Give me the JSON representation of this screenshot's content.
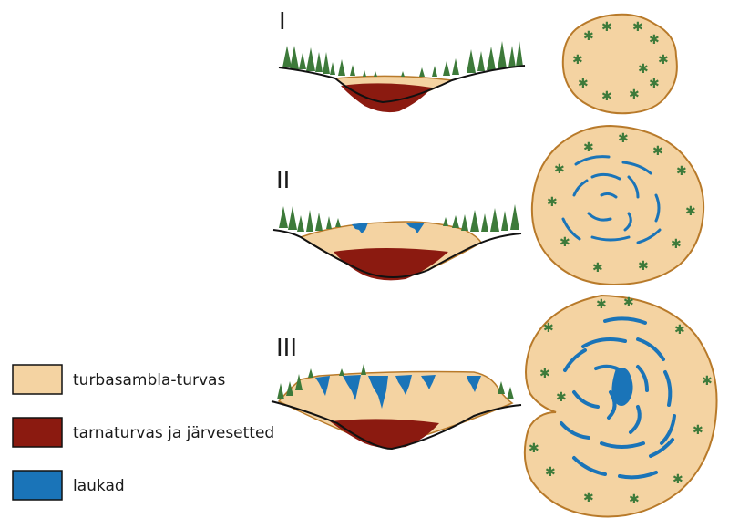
{
  "stages": [
    {
      "label": "I"
    },
    {
      "label": "II"
    },
    {
      "label": "III"
    }
  ],
  "legend": [
    {
      "label": "turbasambla-turvas",
      "color": "#f4d3a2"
    },
    {
      "label": "tarnaturvas ja järvesetted",
      "color": "#8b1a10"
    },
    {
      "label": "laukad",
      "color": "#1a74b8"
    }
  ],
  "colors": {
    "peat": "#f4d3a2",
    "peat_outline": "#b87a2a",
    "sediment": "#8b1a10",
    "pools": "#1a74b8",
    "trees": "#3d7a3a",
    "ground_line": "#111111"
  }
}
